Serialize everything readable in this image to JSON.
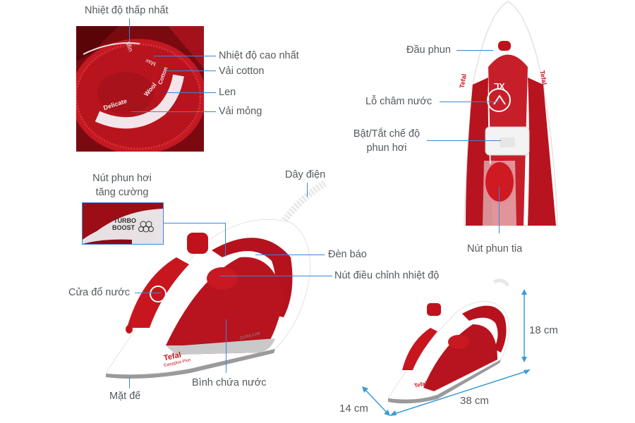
{
  "title": "Tefal Easygliss Plus steam iron parts diagram",
  "colors": {
    "label_text": "#555a5e",
    "leader_line": "#3a86d6",
    "iron_red": "#b3141f",
    "iron_white": "#ffffff"
  },
  "dial_inset": {
    "labels": {
      "min_temp": "Nhiệt độ thấp nhất",
      "max_temp": "Nhiệt độ cao nhất",
      "cotton": "Vải cotton",
      "wool": "Len",
      "delicate": "Vải mỏng"
    },
    "dial_markings": {
      "min": "Min",
      "max": "Max",
      "cotton": "Cotton",
      "wool": "Wool",
      "delicate": "Delicate"
    }
  },
  "top_view": {
    "labels": {
      "nozzle": "Đầu phun",
      "water_drip_hole": "Lỗ châm nước",
      "steam_toggle_line1": "Bật/Tắt chế độ",
      "steam_toggle_line2": "phun hơi",
      "spray_button": "Nút phun tia"
    },
    "markings": {
      "xl": "XL",
      "brand_side": "Tefal"
    }
  },
  "side_view": {
    "labels": {
      "turbo_button_line1": "Nút phun hơi",
      "turbo_button_line2": "tăng cường",
      "power_cord": "Dây điện",
      "indicator_light": "Đèn báo",
      "temp_dial": "Nút điều chỉnh nhiệt độ",
      "water_fill_door": "Cửa đổ nước",
      "water_tank": "Bình chứa nước",
      "soleplate": "Mặt đế"
    },
    "markings": {
      "turbo": "TURBO",
      "boost": "BOOST",
      "brand": "Tefal",
      "model": "Easygliss Plus",
      "soleplate_brand": "DURILIUM"
    }
  },
  "dimensions": {
    "height": "18 cm",
    "length": "38 cm",
    "width": "14 cm"
  }
}
